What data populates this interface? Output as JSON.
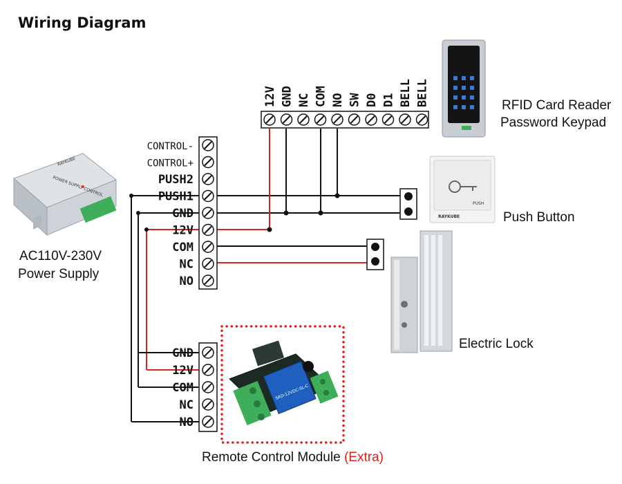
{
  "title": "Wiring Diagram",
  "devices": {
    "power_supply": {
      "line1": "AC110V-230V",
      "line2": "Power Supply",
      "brand": "RAYKUBE",
      "plate": "POWER SUPPLY CONTROL"
    },
    "rfid_reader": {
      "line1": "RFID Card Reader",
      "line2": "Password Keypad"
    },
    "push_button": {
      "label": "Push Button",
      "brand": "RAYKUBE",
      "push_text": "PUSH"
    },
    "electric_lock": {
      "label": "Electric Lock"
    },
    "remote_module": {
      "label": "Remote Control Module",
      "extra": "(Extra)",
      "relay_text": "SRD-12VDC-SL-C"
    }
  },
  "controller_terminals": [
    "CONTROL-",
    "CONTROL+",
    "PUSH2",
    "PUSH1",
    "GND",
    "12V",
    "COM",
    "NC",
    "NO"
  ],
  "reader_terminals": [
    "12V",
    "GND",
    "NC",
    "COM",
    "NO",
    "SW",
    "D0",
    "D1",
    "BELL",
    "BELL"
  ],
  "remote_terminals": [
    "GND",
    "12V",
    "COM",
    "NC",
    "NO"
  ],
  "colors": {
    "wire": "#111111",
    "power_wire": "#e0201b",
    "dotted_border": "#e0201b",
    "keypad_blue": "#3a7bd5",
    "relay_blue": "#1f5fbf",
    "terminal_green": "#3fae5a"
  }
}
